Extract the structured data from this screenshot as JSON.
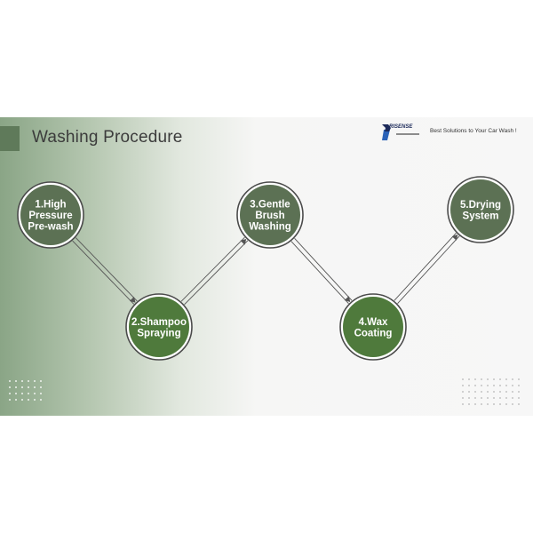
{
  "slide": {
    "title": "Washing Procedure",
    "brand": "RISENSE",
    "slogan": "Best Solutions to Your Car Wash !"
  },
  "steps": [
    {
      "lines": [
        "1.High",
        "Pressure",
        "Pre-wash"
      ],
      "tone": "dark"
    },
    {
      "lines": [
        "2.Shampoo",
        "Spraying"
      ],
      "tone": "bright"
    },
    {
      "lines": [
        "3.Gentle",
        "Brush",
        "Washing"
      ],
      "tone": "dark"
    },
    {
      "lines": [
        "4.Wax",
        "Coating"
      ],
      "tone": "bright"
    },
    {
      "lines": [
        "5.Drying",
        "System"
      ],
      "tone": "dark"
    }
  ],
  "colors": {
    "dark_fill": "#5c7154",
    "bright_fill": "#4f7a3c",
    "ring": "#4b4b4b",
    "connector": "#555555"
  }
}
